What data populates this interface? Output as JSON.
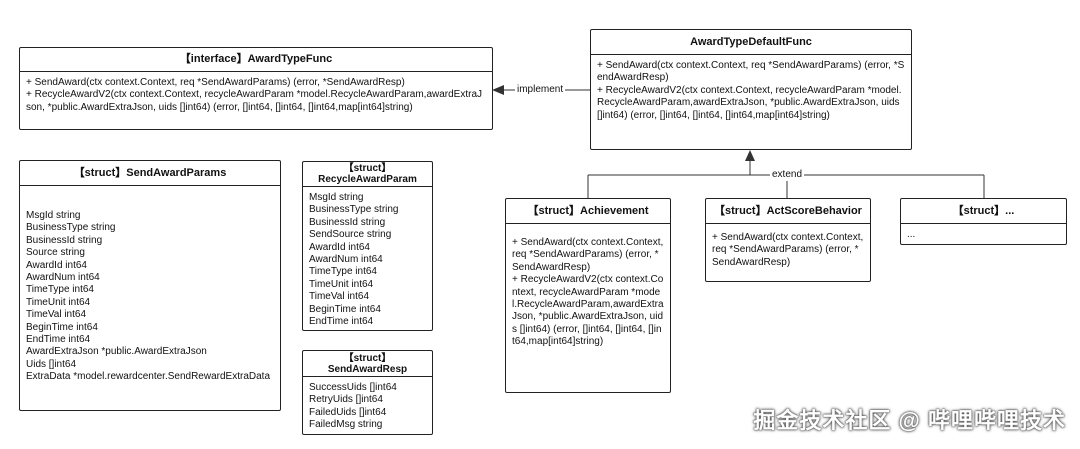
{
  "awardTypeFunc": {
    "title": "【interface】AwardTypeFunc",
    "lines": [
      "+ SendAward(ctx context.Context, req *SendAwardParams) (error, *SendAwardResp)",
      "+ RecycleAwardV2(ctx context.Context, recycleAwardParam *model.RecycleAwardParam,awardExtraJson, *public.AwardExtraJson, uids []int64) (error, []int64, []int64, []int64,map[int64]string)"
    ]
  },
  "awardTypeDefaultFunc": {
    "title": "AwardTypeDefaultFunc",
    "lines": [
      "+ SendAward(ctx context.Context, req *SendAwardParams) (error, *SendAwardResp)",
      "+ RecycleAwardV2(ctx context.Context, recycleAwardParam *model.RecycleAwardParam,awardExtraJson, *public.AwardExtraJson, uids []int64) (error, []int64, []int64, []int64,map[int64]string)"
    ]
  },
  "sendAwardParams": {
    "title": "【struct】SendAwardParams",
    "lines": [
      "MsgId string",
      "BusinessType string",
      "BusinessId string",
      "Source string",
      "AwardId int64",
      "AwardNum int64",
      "TimeType int64",
      "TimeUnit int64",
      "TimeVal int64",
      "BeginTime int64",
      "EndTime int64",
      "AwardExtraJson *public.AwardExtraJson",
      "Uids []int64",
      "ExtraData *model.rewardcenter.SendRewardExtraData"
    ]
  },
  "recycleAwardParam": {
    "title": "【struct】\nRecycleAwardParam",
    "lines": [
      "MsgId string",
      "BusinessType string",
      "BusinessId string",
      "SendSource string",
      "AwardId int64",
      "AwardNum int64",
      "TimeType int64",
      "TimeUnit int64",
      "TimeVal int64",
      "BeginTime int64",
      "EndTime int64"
    ]
  },
  "sendAwardResp": {
    "title": "【struct】\nSendAwardResp",
    "lines": [
      "SuccessUids []int64",
      "RetryUids []int64",
      "FailedUids []int64",
      "FailedMsg string"
    ]
  },
  "achievement": {
    "title": "【struct】Achievement",
    "lines": [
      "+ SendAward(ctx context.Context, req *SendAwardParams) (error, *SendAwardResp)",
      "+ RecycleAwardV2(ctx context.Context, recycleAwardParam *model.RecycleAwardParam,awardExtraJson, *public.AwardExtraJson, uids []int64) (error, []int64, []int64, []int64,map[int64]string)"
    ]
  },
  "actScoreBehavior": {
    "title": "【struct】ActScoreBehavior",
    "lines": [
      "+ SendAward(ctx context.Context, req *SendAwardParams) (error, *SendAwardResp)"
    ]
  },
  "otherStruct": {
    "title": "【struct】...",
    "lines": [
      "..."
    ]
  },
  "edges": {
    "implement": "implement",
    "extend": "extend"
  },
  "watermark": "掘金技术社区 @ 哔哩哔哩技术"
}
